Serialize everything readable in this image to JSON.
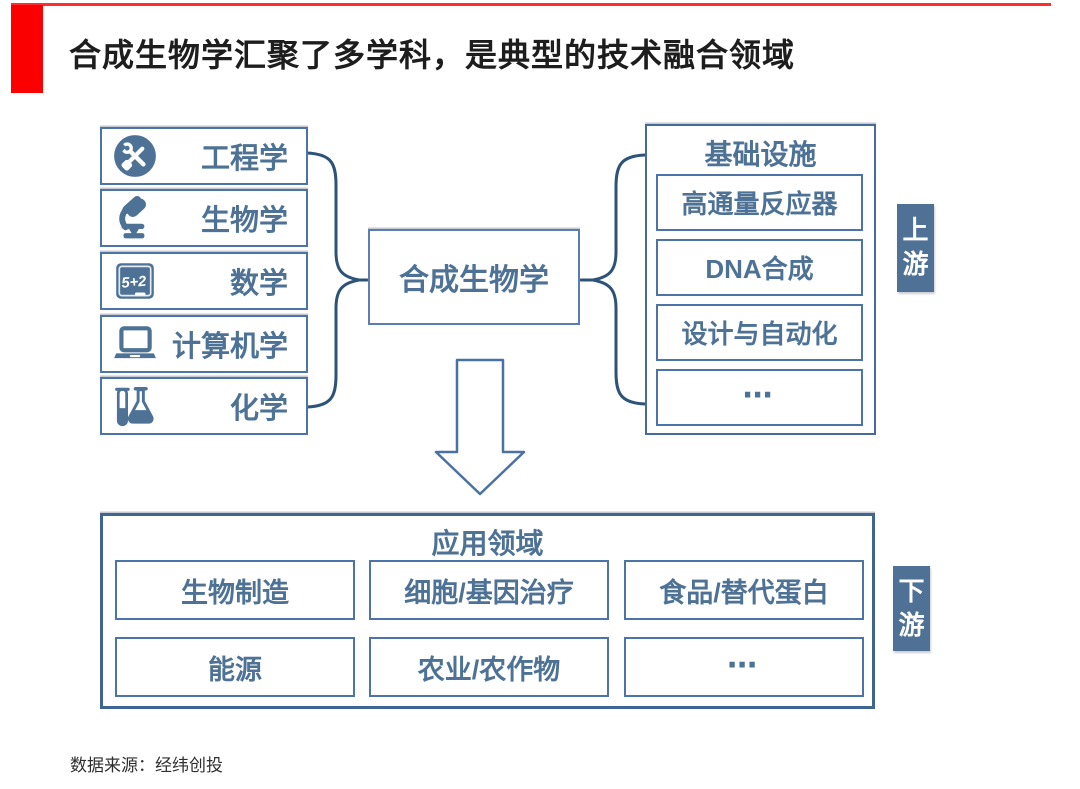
{
  "title": "合成生物学汇聚了多学科，是典型的技术融合领域",
  "colors": {
    "accent_red": "#fb0000",
    "steel_blue": "#4e7296",
    "item_border_blue": "#4c74a8",
    "outer_border_blue": "#3f6691",
    "badge_fill_blue": "#4e7195",
    "brace_blue": "#2d5379"
  },
  "disciplines": {
    "items": [
      {
        "label": "工程学",
        "icon": "tools-circle-icon"
      },
      {
        "label": "生物学",
        "icon": "microscope-icon"
      },
      {
        "label": "数学",
        "icon": "blackboard-icon"
      },
      {
        "label": "计算机学",
        "icon": "laptop-icon"
      },
      {
        "label": "化学",
        "icon": "flask-icon"
      }
    ]
  },
  "center": {
    "label": "合成生物学"
  },
  "infrastructure": {
    "header": "基础设施",
    "items": [
      "高通量反应器",
      "DNA合成",
      "设计与自动化",
      "⋯"
    ],
    "side_label": "上游"
  },
  "applications": {
    "header": "应用领域",
    "items": [
      "生物制造",
      "细胞/基因治疗",
      "食品/替代蛋白",
      "能源",
      "农业/农作物",
      "⋯"
    ],
    "side_label": "下游"
  },
  "blackboard_text": "5+2",
  "footer": {
    "source": "数据来源：经纬创投"
  }
}
